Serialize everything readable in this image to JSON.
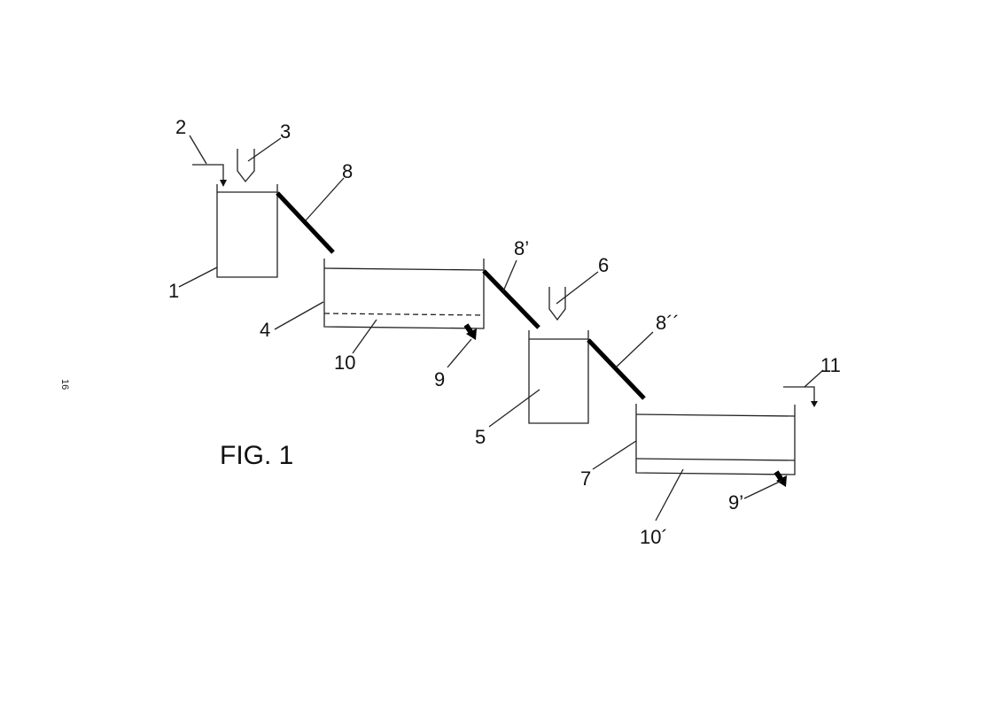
{
  "page_number": "16",
  "figure_title": "FIG. 1",
  "labels": {
    "l1": "1",
    "l2": "2",
    "l3": "3",
    "l4": "4",
    "l5": "5",
    "l6": "6",
    "l7": "7",
    "l8": "8",
    "l8p": "8’",
    "l8pp": "8´´",
    "l9": "9",
    "l9p": "9’",
    "l10": "10",
    "l10p": "10´",
    "l11": "11"
  }
}
